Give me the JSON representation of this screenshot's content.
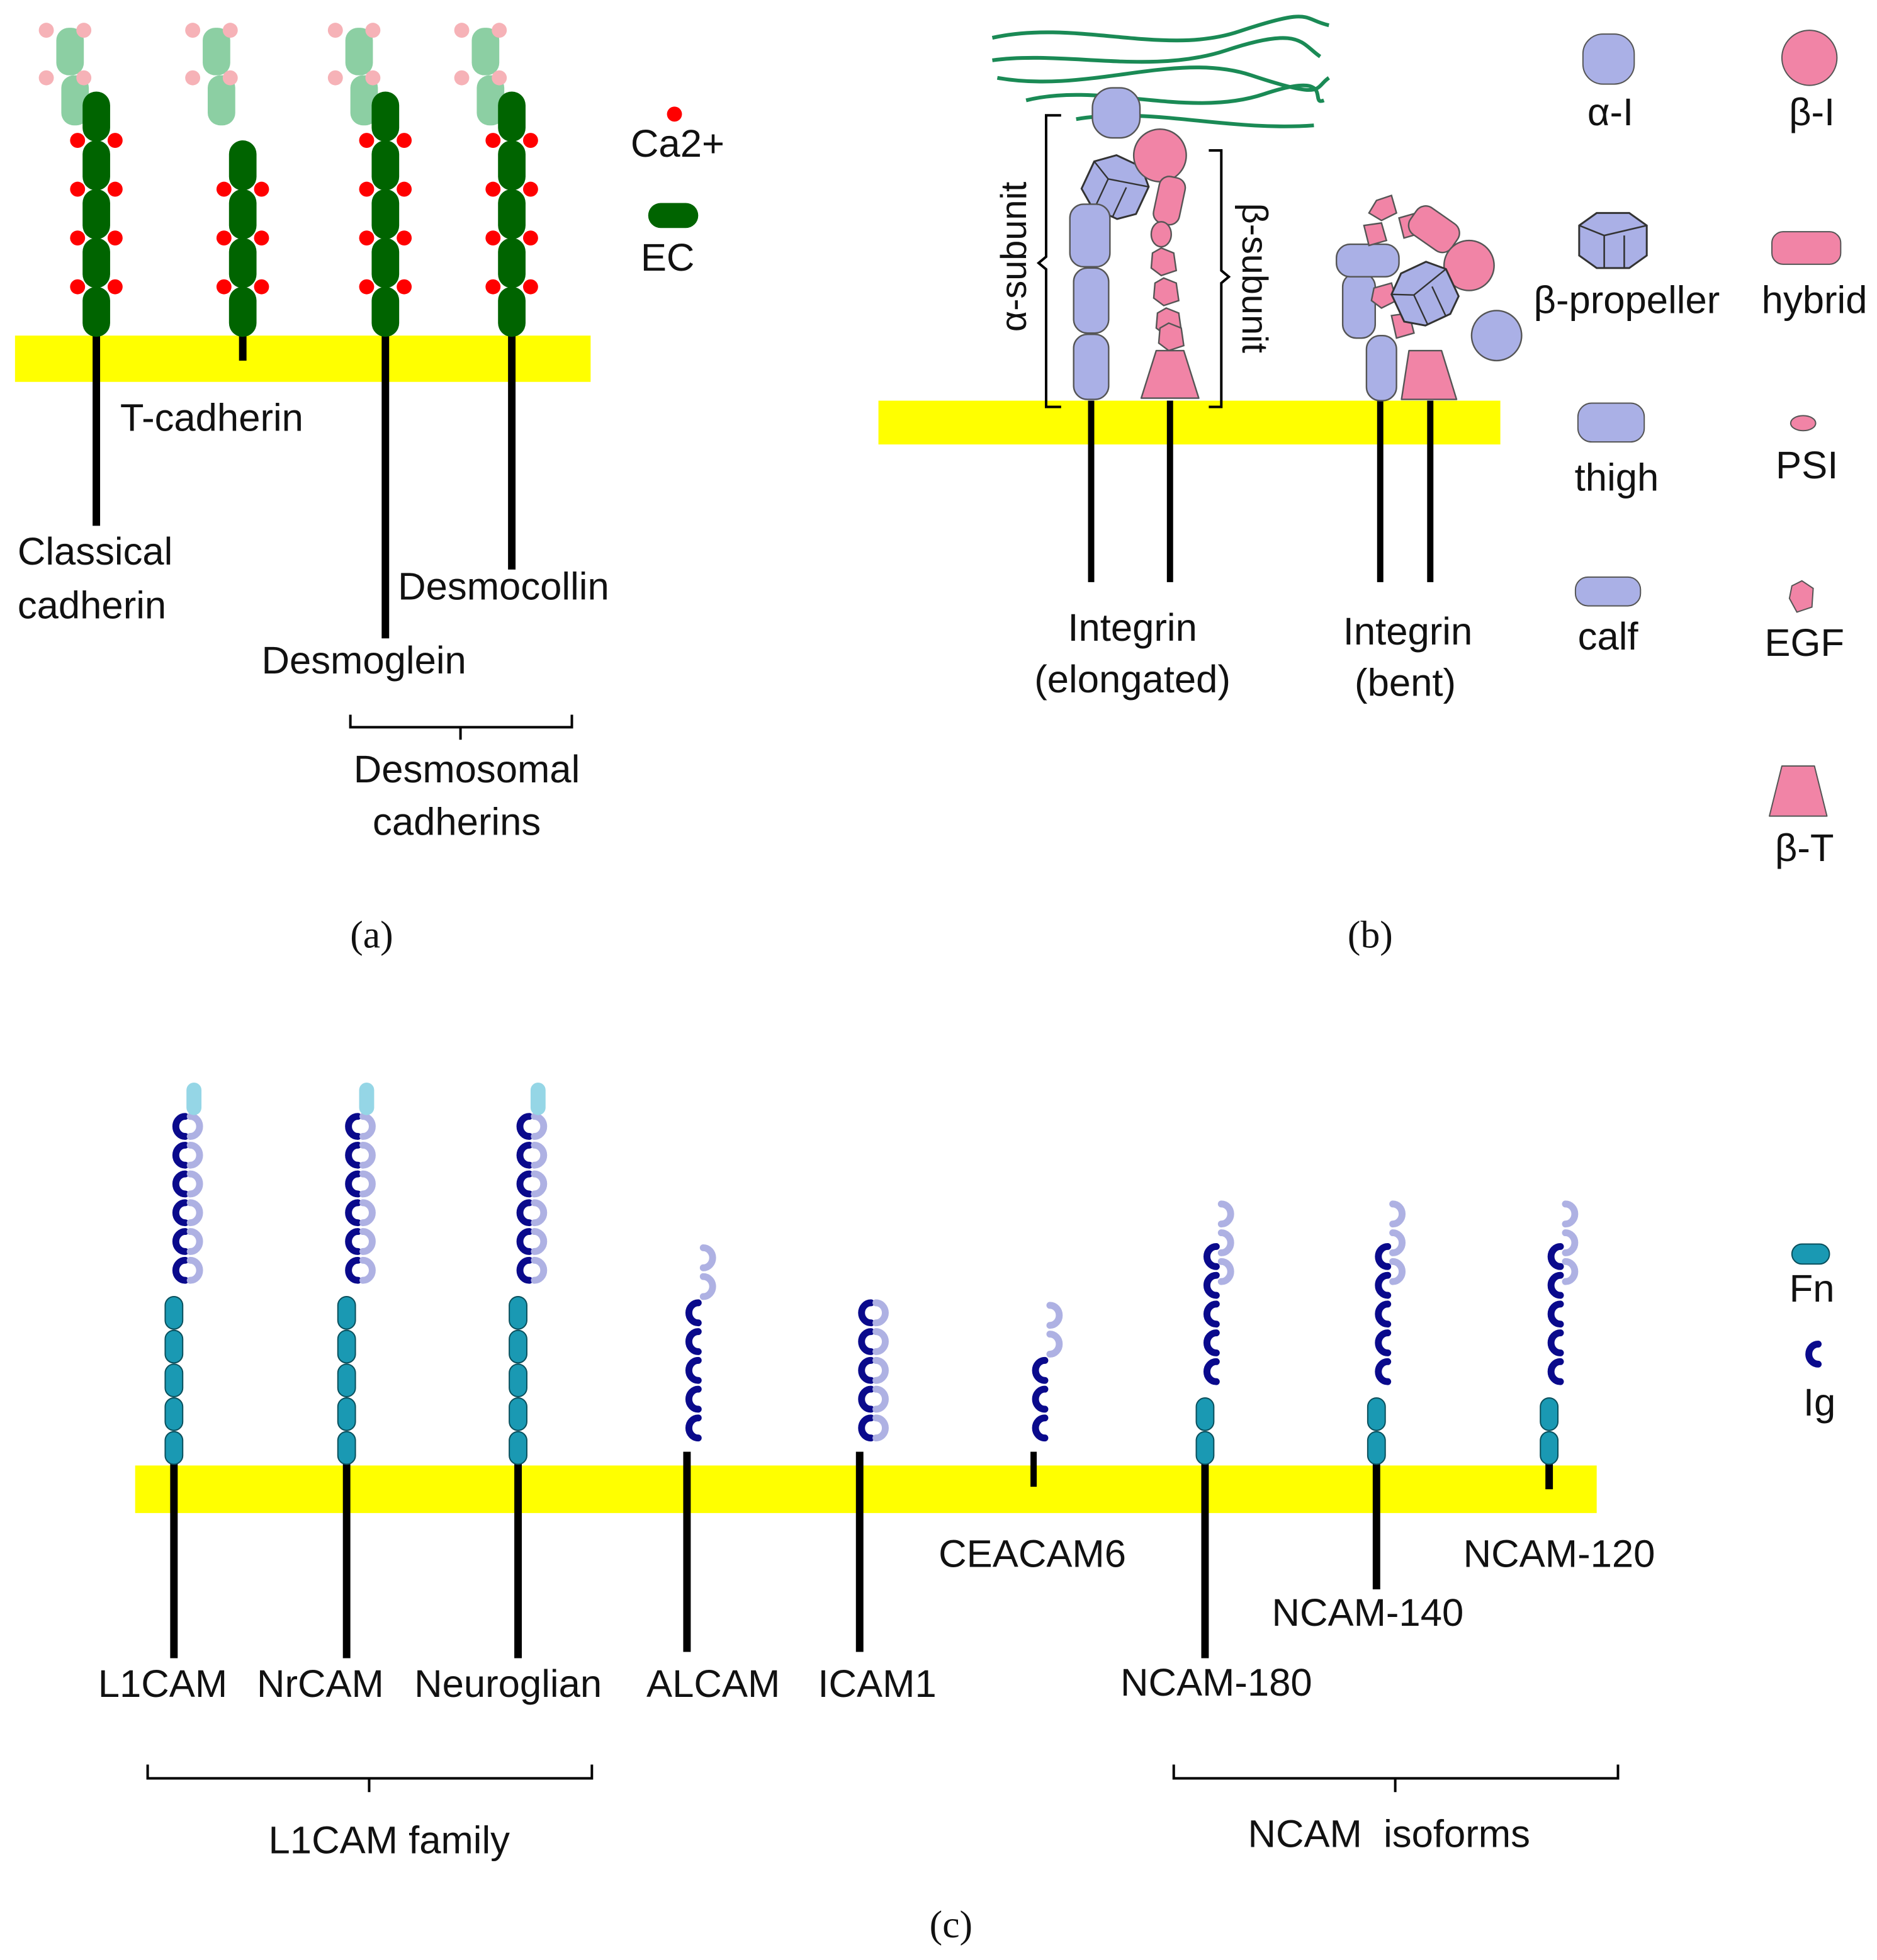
{
  "colors": {
    "membrane": "#ffff00",
    "tm": "#000000",
    "ec_domain": "#006400",
    "ca": "#ff0000",
    "lightgreen": "#8ccfa3",
    "lightpink": "#f6b2b7",
    "lavender": "#aab0e6",
    "pink": "#f184a6",
    "navy": "#0a0a8c",
    "lightlavender": "#aeb1e3",
    "teal": "#1a99b3",
    "lightblue": "#95d6e6",
    "ecm": "#1a8a55"
  },
  "panel_a": {
    "caption": "(a)",
    "labels": {
      "classical_1": "Classical",
      "classical_2": "cadherin",
      "t_cadherin": "T-cadherin",
      "desmoglein": "Desmoglein",
      "desmocollin": "Desmocollin",
      "desmosomal_1": "Desmosomal",
      "desmosomal_2": "cadherins"
    },
    "legend": {
      "ca": "Ca2+",
      "ec": "EC"
    }
  },
  "panel_b": {
    "caption": "(b)",
    "labels": {
      "alpha_subunit": "α-subunit",
      "beta_subunit": "β-subunit",
      "elongated_1": "Integrin",
      "elongated_2": "(elongated)",
      "bent_1": "Integrin",
      "bent_2": "(bent)"
    },
    "legend": {
      "alpha_i": "α-I",
      "beta_i": "β-I",
      "beta_propeller": "β-propeller",
      "hybrid": "hybrid",
      "thigh": "thigh",
      "psi": "PSI",
      "calf": "calf",
      "egf": "EGF",
      "beta_t": "β-T"
    }
  },
  "panel_c": {
    "caption": "(c)",
    "labels": {
      "l1cam": "L1CAM",
      "nrcam": "NrCAM",
      "neuroglian": "Neuroglian",
      "alcam": "ALCAM",
      "icam1": "ICAM1",
      "ceacam6": "CEACAM6",
      "ncam180": "NCAM-180",
      "ncam140": "NCAM-140",
      "ncam120": "NCAM-120",
      "l1cam_family": "L1CAM family",
      "ncam_isoforms": "NCAM  isoforms"
    },
    "legend": {
      "fn": "Fn",
      "ig": "Ig"
    }
  }
}
